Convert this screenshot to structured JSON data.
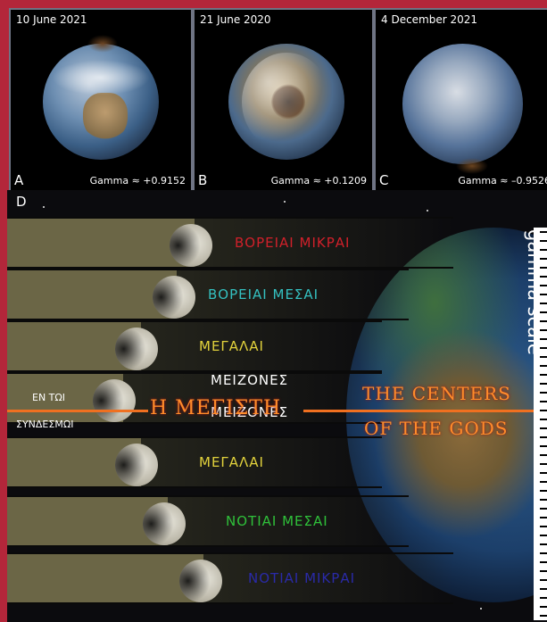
{
  "panels": [
    {
      "letter": "A",
      "date": "10 June 2021",
      "gamma": "Gamma ≈ +0.9152"
    },
    {
      "letter": "B",
      "date": "21 June 2020",
      "gamma": "Gamma ≈ +0.1209"
    },
    {
      "letter": "C",
      "date": "4 December 2021",
      "gamma": "Gamma ≈ –0.9526"
    }
  ],
  "diagram": {
    "letter": "D",
    "scale_label": "gamma scale",
    "bands": [
      {
        "label": "ΒΟΡΕΙΑΙ ΜΙΚΡΑΙ",
        "color": "#d0202a"
      },
      {
        "label": "ΒΟΡΕΙΑΙ ΜΕΣΑΙ",
        "color": "#34c0c0"
      },
      {
        "label": "ΜΕΓΑΛΑΙ",
        "color": "#e2d23c"
      },
      {
        "label": "ΜΕΙΖΟΝΕΣ",
        "color": "#ffffff"
      },
      {
        "label": "ΜΕΙΖΟΝΕΣ",
        "color": "#ffffff"
      },
      {
        "label": "ΜΕΓΑΛΑΙ",
        "color": "#e2d23c"
      },
      {
        "label": "ΝΟΤΙΑΙ ΜΕΣΑΙ",
        "color": "#2fc03a"
      },
      {
        "label": "ΝΟΤΙΑΙ ΜΙΚΡΑΙ",
        "color": "#2a2aa8"
      }
    ],
    "max_label": "Η ΜΕΓΙΣΤΗ",
    "left_top": "ΕΝ ΤΩΙ",
    "left_bottom": "ΣΥΝΔΕΣΜΩΙ",
    "centers_line1": "THE CENTERS",
    "centers_line2": "OF THE GODS"
  }
}
